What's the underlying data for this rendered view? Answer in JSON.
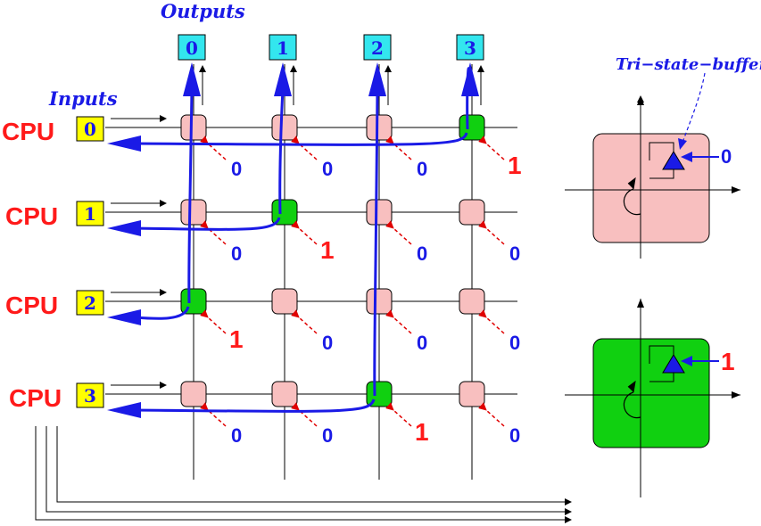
{
  "outputs_title": "Outputs",
  "inputs_title": "Inputs",
  "tristate_label": "Tri−state−buffer",
  "cpu_label": "CPU",
  "outputs": [
    "0",
    "1",
    "2",
    "3"
  ],
  "inputs": [
    "0",
    "1",
    "2",
    "3"
  ],
  "switch_states": [
    [
      "0",
      "0",
      "0",
      "1"
    ],
    [
      "0",
      "1",
      "0",
      "0"
    ],
    [
      "1",
      "0",
      "0",
      "0"
    ],
    [
      "0",
      "0",
      "1",
      "0"
    ]
  ],
  "legend": {
    "off_state": "0",
    "on_state": "1"
  },
  "colors": {
    "off_switch": "#f8bfbf",
    "on_switch": "#10d010",
    "route_arrow": "#1a1ae6",
    "pointer_arrow": "#e00000",
    "output_box": "#33e6ee",
    "input_box": "#ffff00"
  }
}
